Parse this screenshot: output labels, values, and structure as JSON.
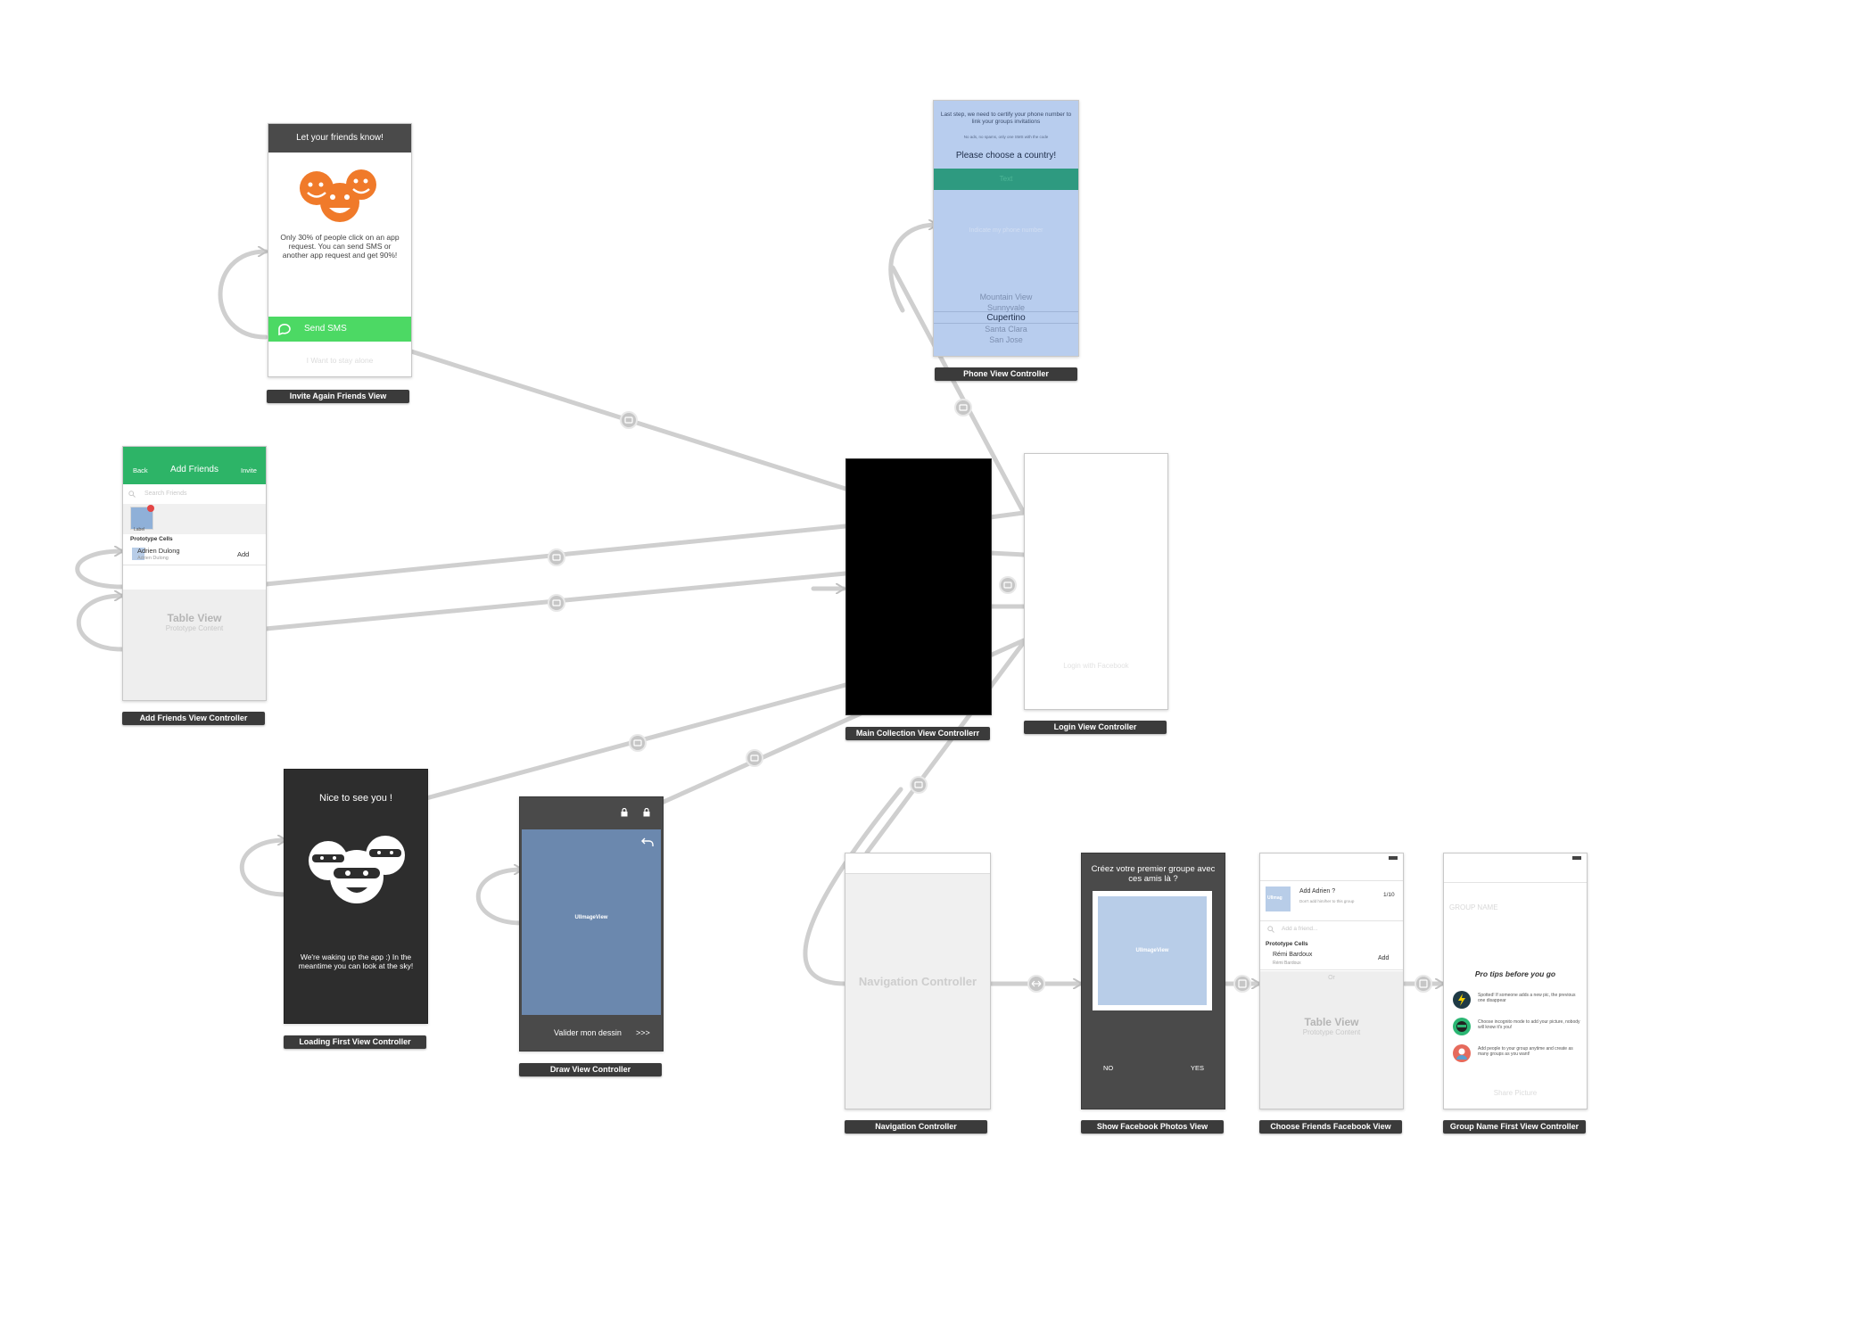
{
  "scenes": {
    "invite": {
      "label": "Invite Again Friends View",
      "header": "Let your friends know!",
      "body": "Only 30% of people click on an app request. You can send SMS or another app request and get 90%!",
      "sms_button": "Send SMS",
      "footer": "I Want to stay alone"
    },
    "add_friends": {
      "label": "Add Friends View Controller",
      "back": "Back",
      "title": "Add Friends",
      "invite": "Invite",
      "search_placeholder": "Search Friends",
      "thumb_text": "Label",
      "section": "Prototype Cells",
      "cell_name": "Adrien Dulong",
      "cell_sub": "Adrien Dulong",
      "cell_action": "Add",
      "table_title": "Table View",
      "table_sub": "Prototype Content"
    },
    "phone": {
      "label": "Phone View Controller",
      "intro": "Last step, we need to certify your phone number to link your groups invitations",
      "fine_print": "No ads, no spams, only one SMS with the code",
      "choose": "Please choose a country!",
      "text_button": "Text",
      "phone_placeholder": "Indicate my phone number",
      "picker": [
        "Mountain View",
        "Sunnyvale",
        "Cupertino",
        "Santa Clara",
        "San Jose"
      ]
    },
    "main": {
      "label": "Main Collection View Controllerr"
    },
    "login": {
      "label": "Login View Controller",
      "button": "Login with Facebook"
    },
    "loading": {
      "label": "Loading First View Controller",
      "title": "Nice to see you !",
      "body": "We're waking up the app :) In the meantime you can look at the sky!"
    },
    "draw": {
      "label": "Draw View Controller",
      "image": "UIImageView",
      "validate": "Valider mon dessin",
      "arrows": ">>>"
    },
    "navigation": {
      "label": "Navigation Controller",
      "title": "Navigation Controller"
    },
    "facebook_photos": {
      "label": "Show Facebook Photos View",
      "title": "Créez votre premier groupe avec ces amis là ?",
      "image": "UIImageView",
      "no": "NO",
      "yes": "YES"
    },
    "choose_friends": {
      "label": "Choose Friends Facebook View",
      "thumb": "UIImag",
      "add_title": "Add Adrien ?",
      "add_sub": "Don't add him/her to this group",
      "counter": "1/10",
      "search_placeholder": "Add a friend...",
      "section": "Prototype Cells",
      "cell_name": "Rémi Bardoux",
      "cell_sub": "Rémi Bardoux",
      "cell_action": "Add",
      "or_text": "Or",
      "table_title": "Table View",
      "table_sub": "Prototype Content"
    },
    "group_name": {
      "label": "Group Name First View Controller",
      "placeholder": "GROUP NAME",
      "tips_title": "Pro tips before you go",
      "tips": [
        {
          "text": "Spotted! If someone adds a new pic, the previous one disappear",
          "icon": "lightning-icon",
          "color": "#1f3a45"
        },
        {
          "text": "Choose incognito mode to add your picture, nobody will know it's you!",
          "icon": "ninja-icon",
          "color": "#2bb673"
        },
        {
          "text": "Add people to your group anytime and create as many groups as you want!",
          "icon": "person-icon",
          "color": "#e66a5c"
        }
      ],
      "share_button": "Share Picture"
    }
  },
  "colors": {
    "canvas": "#ffffff",
    "scene_label_bg": "#3b3b3b",
    "green": "#4cd964",
    "green_nav": "#2db467",
    "phone_blue": "#b8cdee",
    "teal": "#2e9a80",
    "draw_blue": "#6b88ae",
    "photo_blue": "#b8cde8",
    "dark_panel": "#2d2d2d",
    "orange_face": "#f07a2a",
    "segue_line": "#c8c8c8"
  }
}
